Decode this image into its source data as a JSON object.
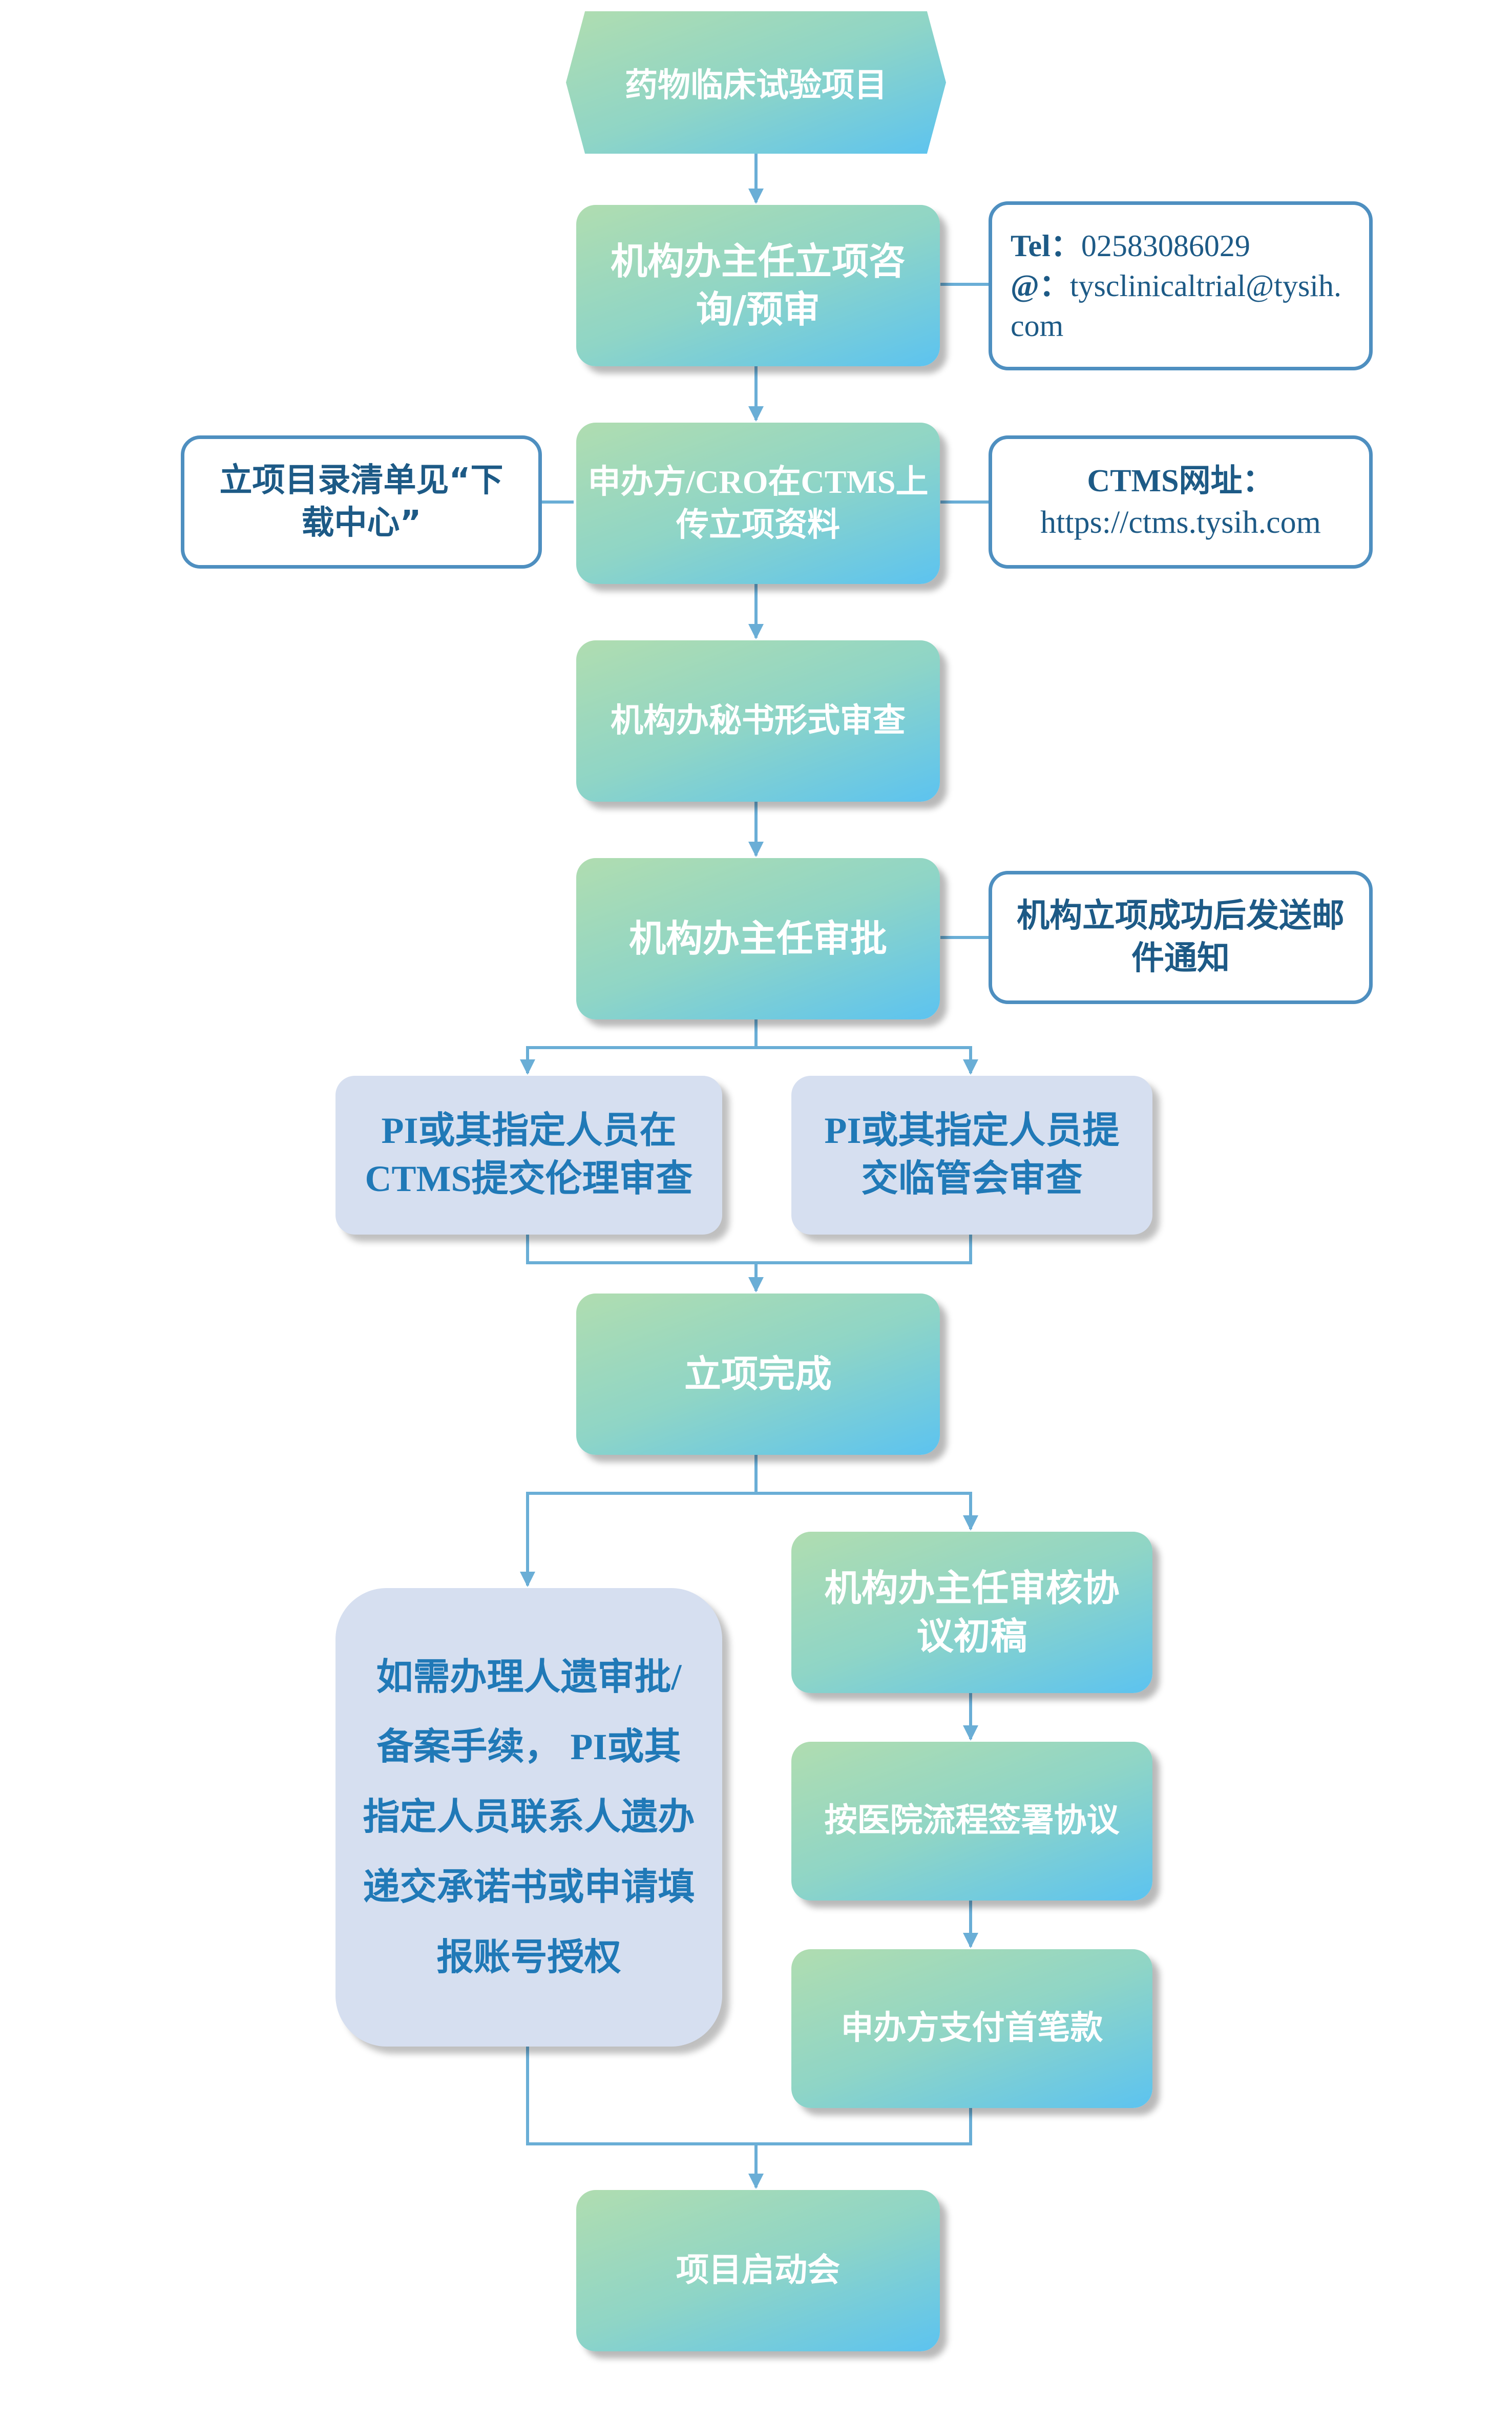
{
  "flow": {
    "start": "药物临床试验项目",
    "consult": "机构办主任立项咨询/预审",
    "upload": "申办方/CRO在CTMS上传立项资料",
    "form_review": "机构办秘书形式审查",
    "approval": "机构办主任审批",
    "ethics": "PI或其指定人员在CTMS提交伦理审查",
    "clinical_review": "PI或其指定人员提交临管会审查",
    "complete": "立项完成",
    "hgrac": "如需办理人遗审批/备案手续， PI或其指定人员联系人遗办递交承诺书或申请填报账号授权",
    "agreement_review": "机构办主任审核协议初稿",
    "sign": "按医院流程签署协议",
    "payment": "申办方支付首笔款",
    "kickoff": "项目启动会"
  },
  "side": {
    "contact_tel_label": "Tel：",
    "contact_tel": "02583086029",
    "contact_email_label": "@：",
    "contact_email": "tysclinicaltrial@tysih.com",
    "download_note": "立项目录清单见“下载中心”",
    "ctms_label": "CTMS网址：",
    "ctms_url": "https://ctms.tysih.com",
    "email_notice": "机构立项成功后发送邮件通知"
  },
  "colors": {
    "connector": "#6aaed6",
    "side_border": "#4e8fc0",
    "side_text": "#1d5a86",
    "lavender_fill": "#d6dff0",
    "lavender_text": "#2079b7",
    "gradient_start": "#b0ddb0",
    "gradient_end": "#5cc3f0"
  }
}
